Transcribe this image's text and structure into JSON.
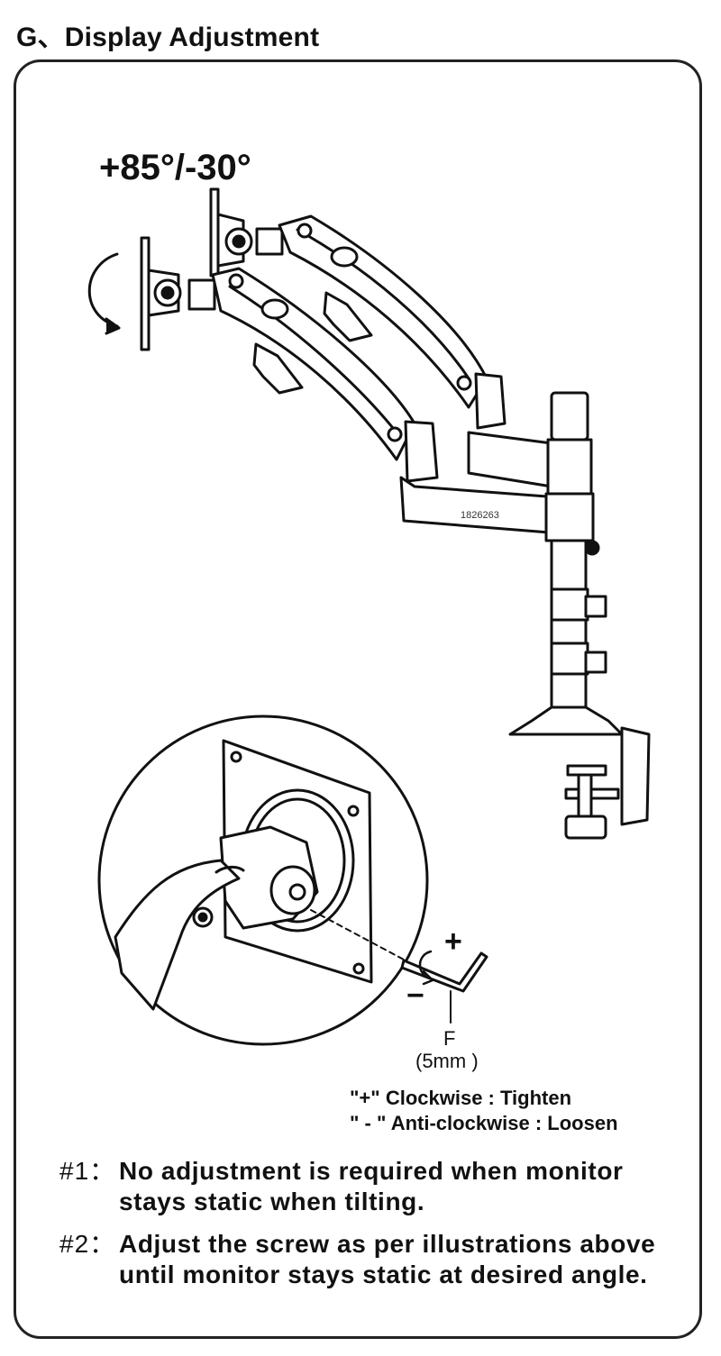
{
  "section_title": "G、Display Adjustment",
  "tilt_range": "+85°/-30°",
  "part_code": "1826263",
  "tool": {
    "letter": "F",
    "size": "(5mm )",
    "plus": "+",
    "minus": "−"
  },
  "legend": {
    "tighten": "\"+\" Clockwise : Tighten",
    "loosen": "\" - \" Anti-clockwise : Loosen"
  },
  "notes": [
    {
      "num": "#1：",
      "text": "No adjustment is required when monitor stays static when tilting."
    },
    {
      "num": "#2：",
      "text": "Adjust the screw as per illustrations above until monitor stays static at desired angle."
    }
  ]
}
